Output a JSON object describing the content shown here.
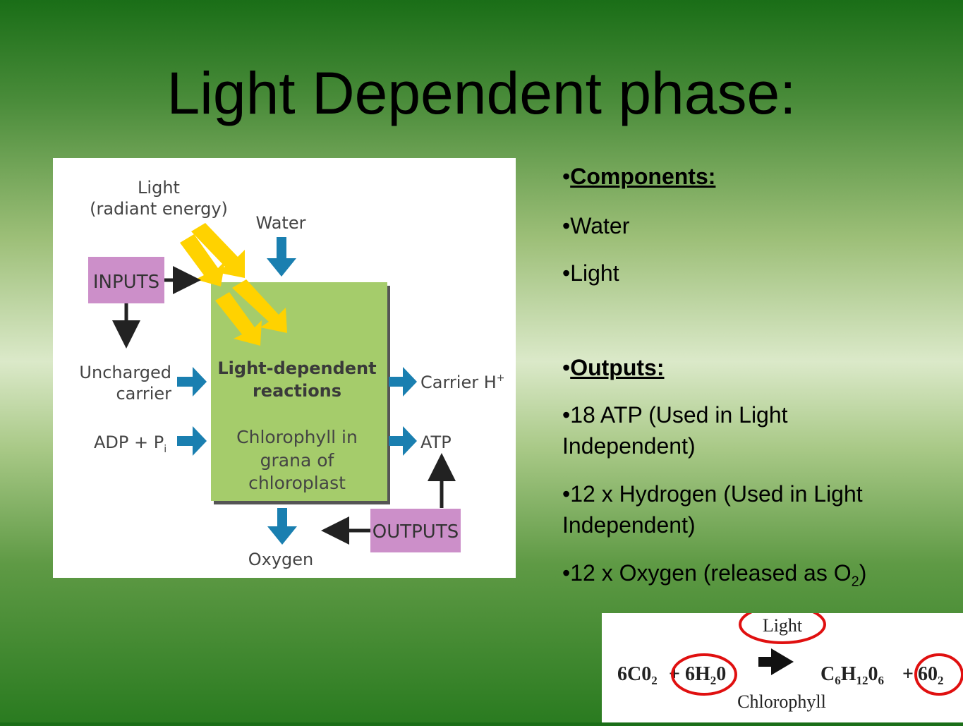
{
  "slide": {
    "title": "Light Dependent phase:"
  },
  "diagram": {
    "light_line1": "Light",
    "light_line2": "(radiant energy)",
    "water": "Water",
    "inputs": "INPUTS",
    "uncharged_line1": "Uncharged",
    "uncharged_line2": "carrier",
    "adp": "ADP + P",
    "adp_sub": "i",
    "box_title_line1": "Light-dependent",
    "box_title_line2": "reactions",
    "box_body_line1": "Chlorophyll in",
    "box_body_line2": "grana of",
    "box_body_line3": "chloroplast",
    "carrier_h": "Carrier H",
    "carrier_h_sup": "+",
    "atp": "ATP",
    "outputs": "OUTPUTS",
    "oxygen": "Oxygen"
  },
  "bullets": {
    "bullet_char": "•",
    "components_heading": "Components:",
    "water": "Water",
    "light": "Light",
    "outputs_heading": "Outputs:",
    "atp_line1": "18 ATP (Used in Light",
    "atp_line2": "Independent)",
    "hydrogen_line1": "12 x Hydrogen (Used in Light",
    "hydrogen_line2": "Independent)",
    "oxygen_prefix": "12 x Oxygen (released as O",
    "oxygen_sub": "2",
    "oxygen_suffix": ")"
  },
  "equation": {
    "light": "Light",
    "co2": "6C0",
    "co2_sub": "2",
    "plus1": "+",
    "h2o_a": "6H",
    "h2o_sub": "2",
    "h2o_b": "0",
    "glucose_c": "C",
    "glucose_c_sub": "6",
    "glucose_h": "H",
    "glucose_h_sub": "12",
    "glucose_o": "0",
    "glucose_o_sub": "6",
    "plus2": "+",
    "o2": "60",
    "o2_sub": "2",
    "chlorophyll": "Chlorophyll"
  },
  "colors": {
    "arrow_blue": "#1a7fb0",
    "arrow_yellow": "#ffd200",
    "box_green": "#a5cc6b",
    "label_purple": "#cc8fc9",
    "circle_red": "#e01010"
  }
}
